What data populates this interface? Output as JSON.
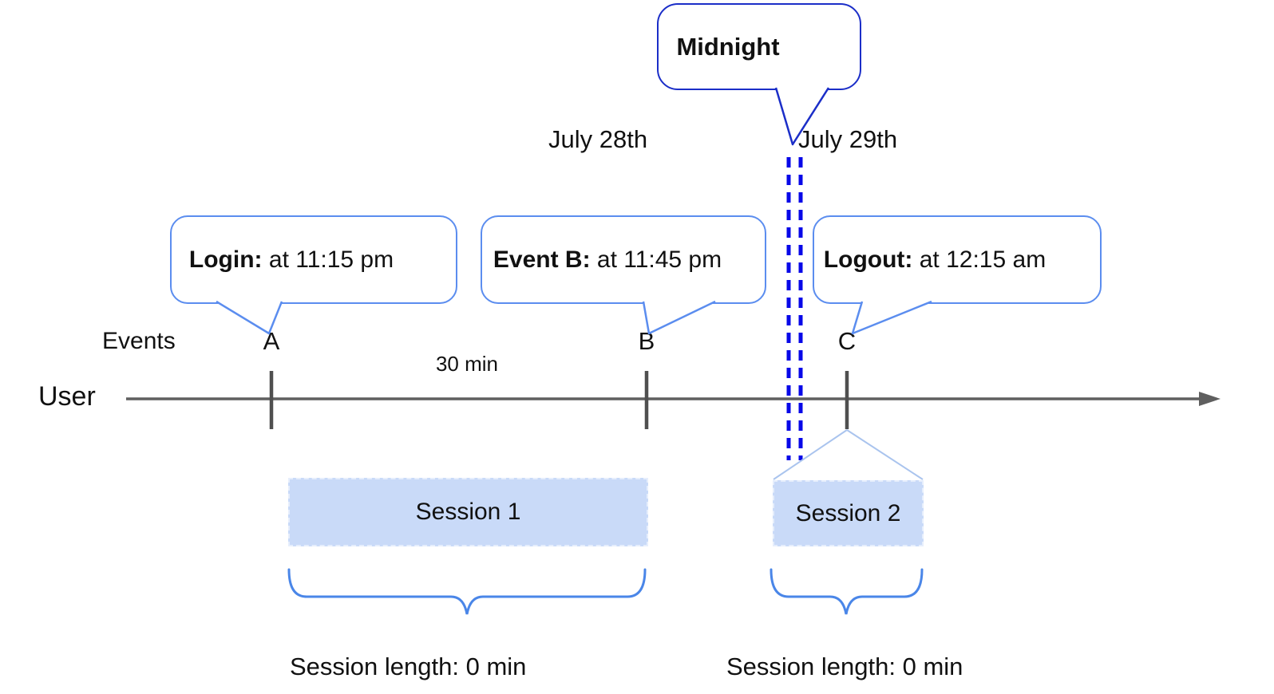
{
  "title_callout": {
    "label": "Midnight"
  },
  "dates": {
    "left": "July 28th",
    "right": "July 29th"
  },
  "event_callouts": [
    {
      "label": "Login:",
      "detail": " at 11:15 pm"
    },
    {
      "label": "Event B:",
      "detail": " at 11:45 pm"
    },
    {
      "label": "Logout:",
      "detail": " at 12:15 am"
    }
  ],
  "timeline": {
    "events_label": "Events",
    "user_label": "User",
    "interval_label": "30 min",
    "markers": [
      {
        "letter": "A"
      },
      {
        "letter": "B"
      },
      {
        "letter": "C"
      }
    ]
  },
  "sessions": [
    {
      "name": "Session 1",
      "length_label": "Session length: 0 min"
    },
    {
      "name": "Session 2",
      "length_label": "Session length: 0 min"
    }
  ],
  "colors": {
    "midnight_border": "#1b2ec8",
    "midnight_dash": "#0808e8",
    "callout_border": "#5b8def",
    "brace": "#4a86e8",
    "session_fill": "#c9daf8",
    "roof": "#aac4ee",
    "axis": "#5f5f5f",
    "tick": "#4f4f4f",
    "ink": "#111111"
  }
}
